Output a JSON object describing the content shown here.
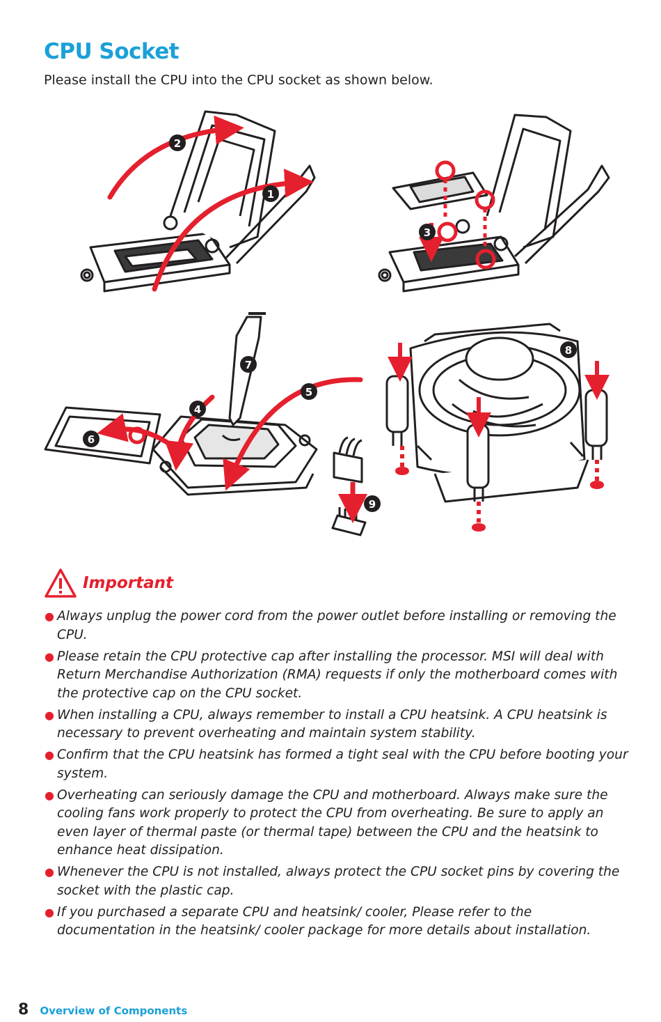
{
  "page": {
    "title": "CPU Socket",
    "intro": "Please install the CPU into the CPU socket as shown below."
  },
  "figure": {
    "step_labels": [
      "1",
      "2",
      "3",
      "4",
      "5",
      "6",
      "7",
      "8",
      "9"
    ],
    "colors": {
      "accent_red": "#e5202e",
      "line": "#231f20",
      "title_blue": "#1ba0d7"
    }
  },
  "important": {
    "icon": "warning-triangle-icon",
    "label": "Important",
    "notes": [
      "Always unplug the power cord from the power outlet before installing or removing the CPU.",
      "Please retain the CPU protective cap after installing the processor. MSI will deal with Return Merchandise Authorization (RMA) requests if only the motherboard comes with the protective cap on the CPU socket.",
      "When installing a CPU, always remember to install a CPU heatsink. A CPU heatsink is necessary to prevent overheating and maintain system stability.",
      "Confirm that the CPU heatsink has formed a tight seal with the CPU before booting your system.",
      "Overheating can seriously damage the CPU and motherboard. Always make sure the cooling fans work properly to protect the CPU from overheating. Be sure to apply an even layer of thermal paste (or thermal tape) between the CPU and the heatsink to enhance heat dissipation.",
      "Whenever the CPU is not installed, always protect the CPU socket pins by covering the socket with the plastic cap.",
      "If you purchased a separate CPU and heatsink/ cooler, Please refer to the documentation in the heatsink/ cooler package for more details about installation."
    ]
  },
  "footer": {
    "page_number": "8",
    "section": "Overview of Components"
  }
}
